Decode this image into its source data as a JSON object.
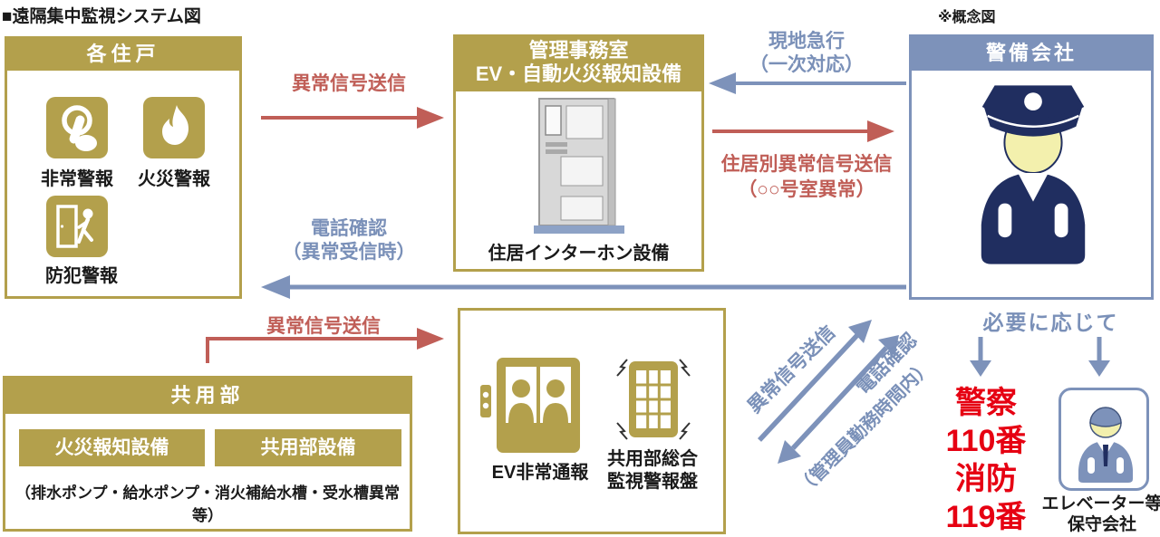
{
  "page": {
    "title": "■遠隔集中監視システム図",
    "note": "※概念図"
  },
  "residence": {
    "header": "各住戸",
    "items": [
      {
        "icon": "emergency-button-icon",
        "label": "非常警報"
      },
      {
        "icon": "fire-icon",
        "label": "火災警報"
      },
      {
        "icon": "intrusion-door-icon",
        "label": "防犯警報"
      }
    ]
  },
  "office": {
    "header_line1": "管理事務室",
    "header_line2": "EV・自動火災報知設備",
    "icon": "intercom-door-icon",
    "caption": "住居インターホン設備"
  },
  "security": {
    "header": "警備会社",
    "icon": "security-guard-icon"
  },
  "common": {
    "header": "共用部",
    "buttons": [
      "火災報知設備",
      "共用部設備"
    ],
    "note": "（排水ポンプ・給水ポンプ・消火補給水槽・受水槽異常等）"
  },
  "ev": {
    "ev_icon": "elevator-icon",
    "ev_label": "EV非常通報",
    "panel_icon": "alarm-panel-icon",
    "panel_label_line1": "共用部総合",
    "panel_label_line2": "監視警報盤"
  },
  "maintenance": {
    "icon": "maintenance-worker-icon",
    "label_line1": "エレベーター等",
    "label_line2": "保守会社"
  },
  "arrows": {
    "signal_to_office": "異常信号送信",
    "dispatch_line1": "現地急行",
    "dispatch_line2": "（一次対応）",
    "unit_signal_line1": "住居別異常信号送信",
    "unit_signal_line2": "（○○号室異常）",
    "phone_check_line1": "電話確認",
    "phone_check_line2": "（異常受信時）",
    "signal_from_common": "異常信号送信",
    "diag_signal": "異常信号送信",
    "diag_phone_line1": "電話確認",
    "diag_phone_line2": "（管理員勤務時間内）",
    "as_needed": "必要に応じて"
  },
  "emergency": {
    "lines": [
      "警察",
      "110番",
      "消防",
      "119番"
    ]
  },
  "colors": {
    "gold": "#b3a04c",
    "blue_gray": "#7d92ba",
    "navy": "#202e60",
    "muted_red": "#c05e57",
    "bright_red": "#e60012",
    "face_yellow": "#f3f0ad"
  }
}
